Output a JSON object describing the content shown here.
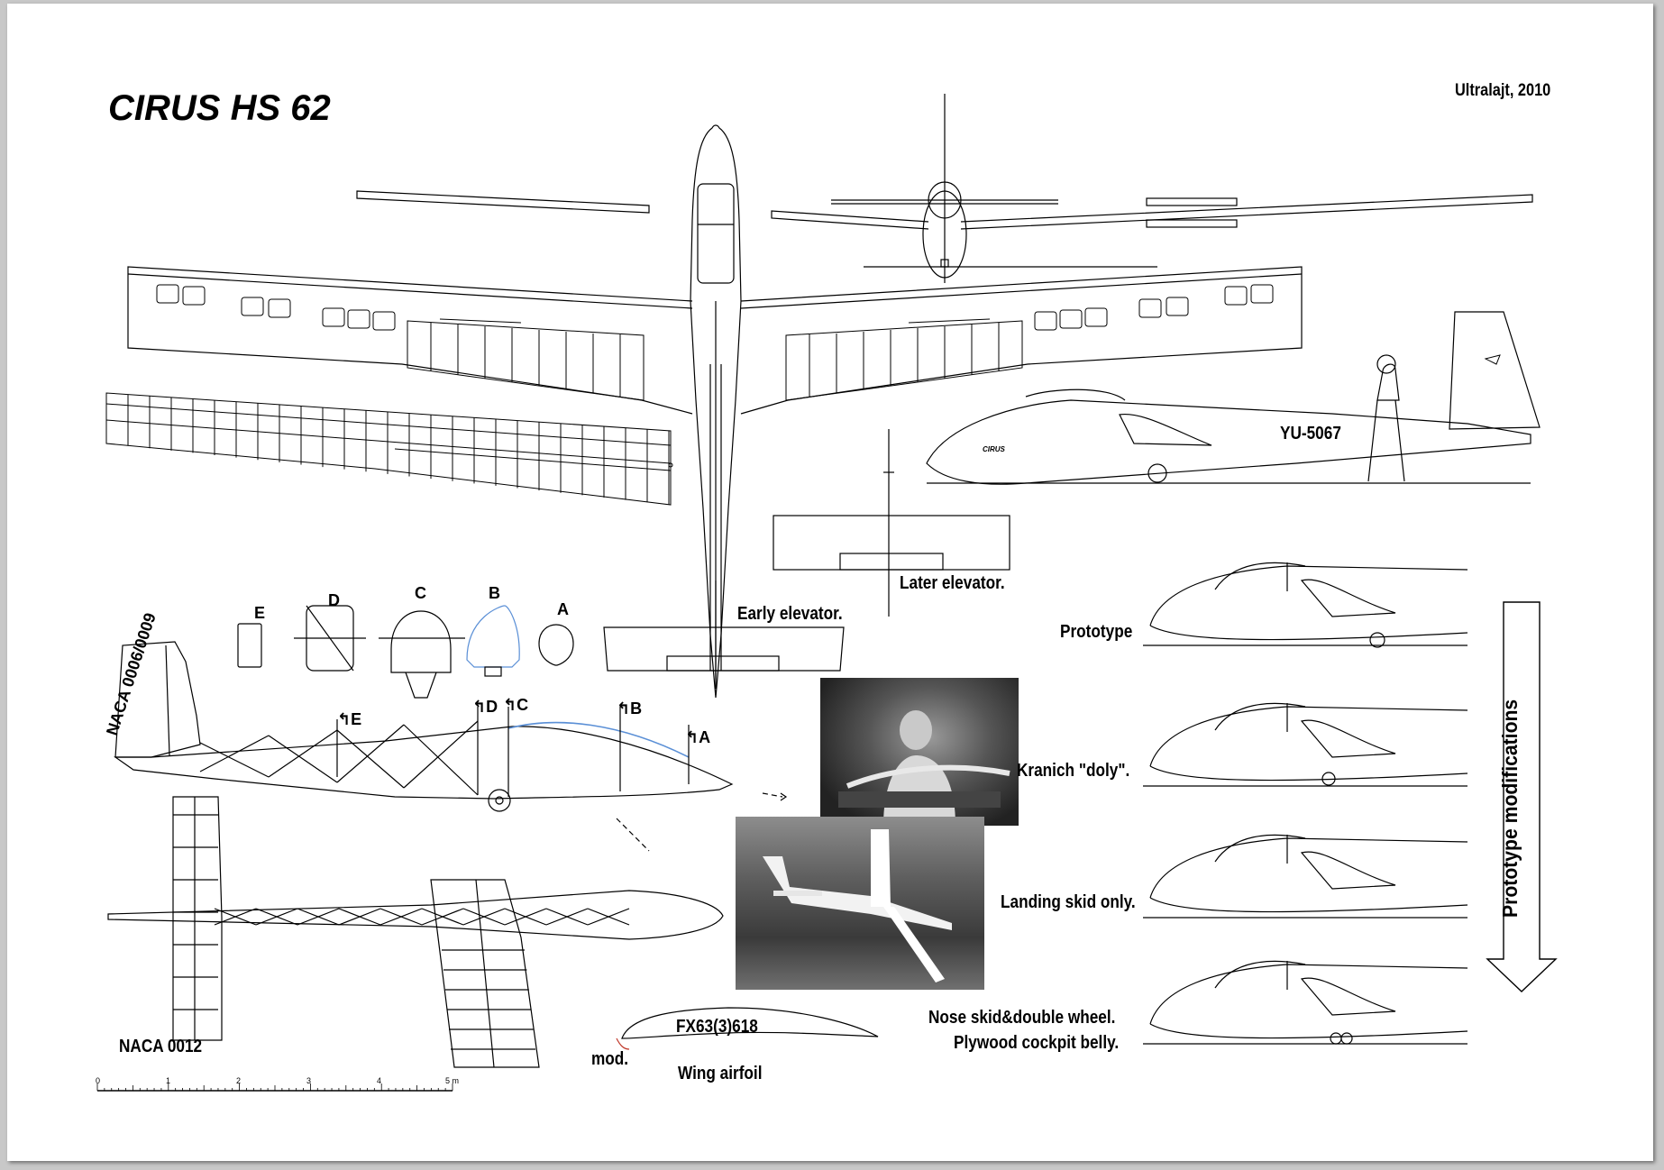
{
  "header": {
    "title": "CIRUS HS 62",
    "credit": "Ultralajt, 2010"
  },
  "labels": {
    "early_elevator": "Early elevator.",
    "later_elevator": "Later elevator.",
    "registration": "YU-5067",
    "naca_tail_fin": "NACA 0006/0009",
    "naca_tailplane": "NACA 0012",
    "airfoil_name": "FX63(3)618",
    "airfoil_mod": "mod.",
    "wing_airfoil": "Wing airfoil",
    "fuselage_marking": "CIRUS"
  },
  "sections": [
    "E",
    "D",
    "C",
    "B",
    "A"
  ],
  "scale_bar": {
    "ticks": [
      "0",
      "1",
      "2",
      "3",
      "4",
      "5 m"
    ]
  },
  "modifications": {
    "heading": "Prototype modifications",
    "items": [
      {
        "lines": [
          "Prototype"
        ]
      },
      {
        "lines": [
          "Kranich \"doly\"."
        ]
      },
      {
        "lines": [
          "Landing skid only."
        ]
      },
      {
        "lines": [
          "Nose skid&double wheel.",
          "Plywood cockpit belly."
        ]
      }
    ]
  },
  "photos": [
    {
      "subject": "builder-with-model"
    },
    {
      "subject": "glider-in-flight"
    }
  ],
  "colors": {
    "line": "#000000",
    "canopy_highlight": "#5a8fd6",
    "paper": "#ffffff",
    "frame": "#c8c8c8"
  }
}
